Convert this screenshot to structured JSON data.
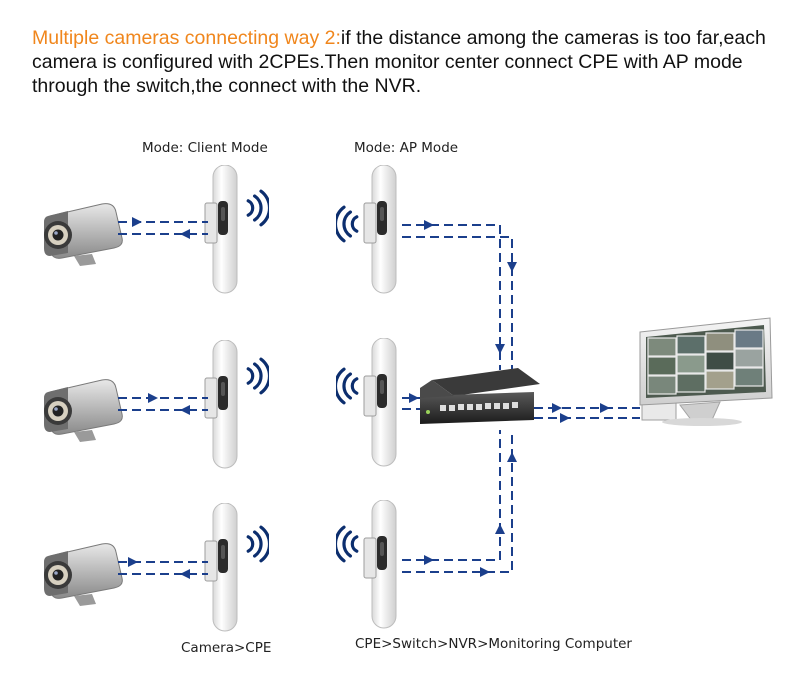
{
  "title": {
    "highlight": "Multiple cameras connecting way 2:",
    "rest": "if the distance among the cameras is too far,each camera is configured with 2CPEs.Then monitor center connect CPE with AP mode through the switch,the connect with the NVR."
  },
  "labels": {
    "client_mode": "Mode: Client Mode",
    "ap_mode": "Mode: AP Mode",
    "camera_cpe": "Camera>CPE",
    "cpe_chain": "CPE>Switch>NVR>Monitoring Computer"
  },
  "colors": {
    "highlight": "#f0861c",
    "link": "#1b3f8c",
    "signal": "#0c2e6e"
  }
}
